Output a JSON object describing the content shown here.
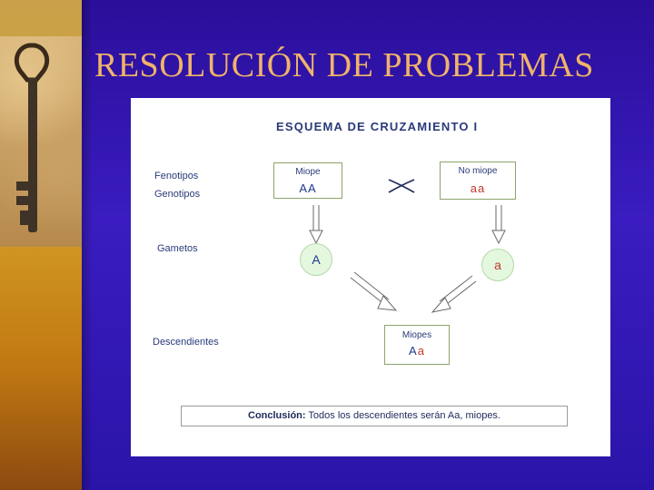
{
  "slide": {
    "title": "RESOLUCIÓN DE PROBLEMAS"
  },
  "scheme": {
    "title": "ESQUEMA DE CRUZAMIENTO I",
    "labels": {
      "fenotipos": "Fenotipos",
      "genotipos": "Genotipos",
      "gametos": "Gametos",
      "descendientes": "Descendientes"
    },
    "parent1": {
      "phenotype": "Miope",
      "genotype": "AA"
    },
    "parent2": {
      "phenotype": "No miope",
      "genotype": "aa"
    },
    "gamete1": "A",
    "gamete2": "a",
    "offspring": {
      "phenotype": "Miopes",
      "allele_dominant": "A",
      "allele_recessive": "a"
    },
    "conclusion": {
      "bold": "Conclusión:",
      "text": " Todos los descendientes serán Aa, miopes."
    }
  },
  "colors": {
    "allele_dominant": "#1e3a8a",
    "allele_recessive": "#c0392b",
    "label": "#2a3a7a"
  }
}
